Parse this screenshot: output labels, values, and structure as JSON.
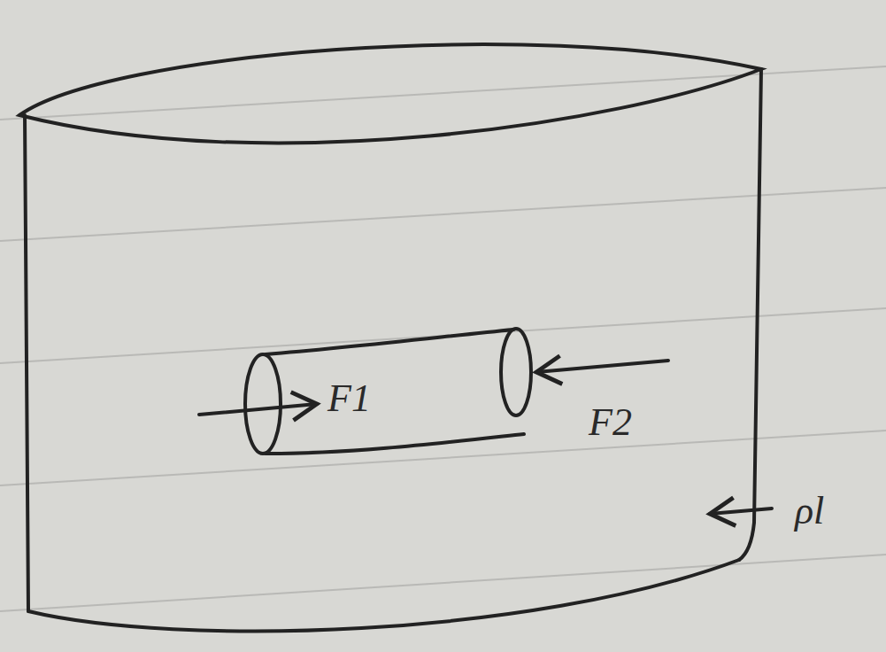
{
  "diagram": {
    "labels": [
      "F1",
      "F2",
      "ρl"
    ]
  }
}
